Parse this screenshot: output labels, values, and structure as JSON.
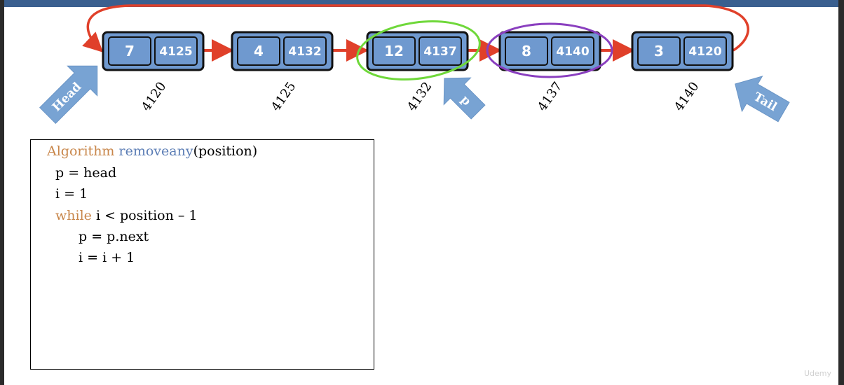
{
  "diagram": {
    "nodes": [
      {
        "value": "7",
        "next": "4125",
        "address": "4120"
      },
      {
        "value": "4",
        "next": "4132",
        "address": "4125"
      },
      {
        "value": "12",
        "next": "4137",
        "address": "4132"
      },
      {
        "value": "8",
        "next": "4140",
        "address": "4137"
      },
      {
        "value": "3",
        "next": "4120",
        "address": "4140"
      }
    ],
    "labels": {
      "head": "Head",
      "p": "p",
      "tail": "Tail"
    },
    "colors": {
      "node_fill": "#6f99cf",
      "link_arrow": "#e0402a",
      "highlight_green": "#6fd83a",
      "highlight_purple": "#8a3fbf",
      "pointer_arrow": "#78a3d3"
    }
  },
  "code": {
    "line1": {
      "keyword": "Algorithm",
      "name": "removeany",
      "params": "(position)"
    },
    "line2": "p = head",
    "line3": "i = 1",
    "line4": {
      "keyword": "while",
      "rest": " i < position – 1"
    },
    "line5": "p = p.next",
    "line6": "i = i + 1"
  },
  "watermark": "Udemy"
}
